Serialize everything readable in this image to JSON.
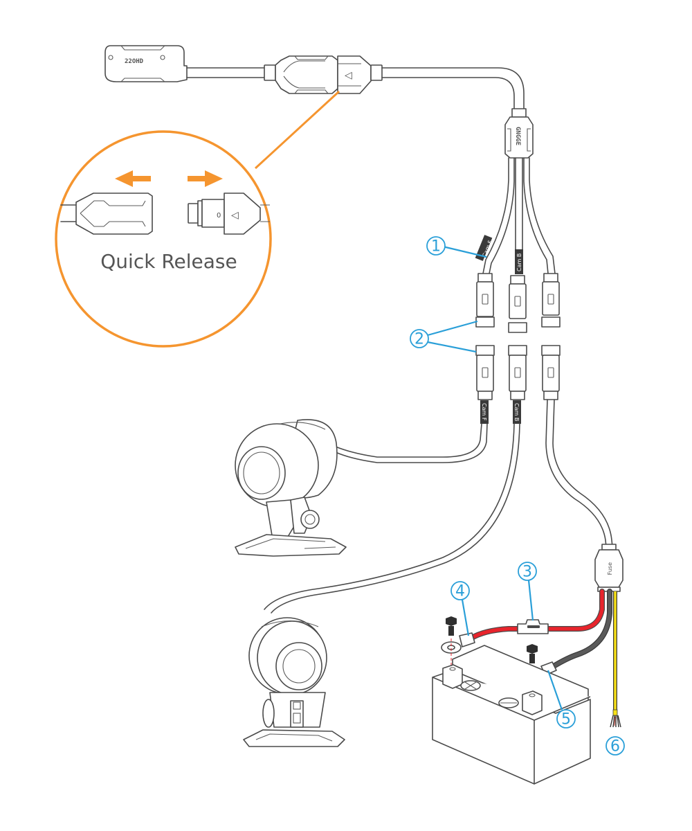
{
  "diagram": {
    "title": "Dual dash camera wiring diagram",
    "quick_release": {
      "label": "Quick Release",
      "connector_mark": "0",
      "direction_glyph": "◁"
    },
    "control_unit": {
      "brand_mark": "22OHD"
    },
    "splitter": {
      "brand_mark": "GNGGE"
    },
    "cable_tags": {
      "front": "Cam F",
      "back": "Cam B",
      "fuse": "Fuse"
    },
    "callouts": [
      {
        "number": "1",
        "glyph": "①",
        "target": "Cam F cable tag"
      },
      {
        "number": "2",
        "glyph": "②",
        "target": "Waterproof threaded connectors"
      },
      {
        "number": "3",
        "glyph": "③",
        "target": "Inline fuse holder"
      },
      {
        "number": "4",
        "glyph": "④",
        "target": "Positive ring terminal (red wire)"
      },
      {
        "number": "5",
        "glyph": "⑤",
        "target": "Negative ring terminal (black wire)"
      },
      {
        "number": "6",
        "glyph": "⑥",
        "target": "ACC wire (yellow)"
      }
    ],
    "colors": {
      "accent_orange": "#f5952f",
      "callout_blue": "#2a9fd8",
      "positive_wire": "#e8242c",
      "negative_wire": "#5a5a5a",
      "acc_wire": "#f7e017",
      "outline": "#4a4a4a"
    },
    "components": [
      "control-unit",
      "quick-release-connector",
      "y-splitter",
      "front-camera",
      "rear-camera",
      "fuse-box",
      "inline-fuse",
      "battery"
    ]
  }
}
